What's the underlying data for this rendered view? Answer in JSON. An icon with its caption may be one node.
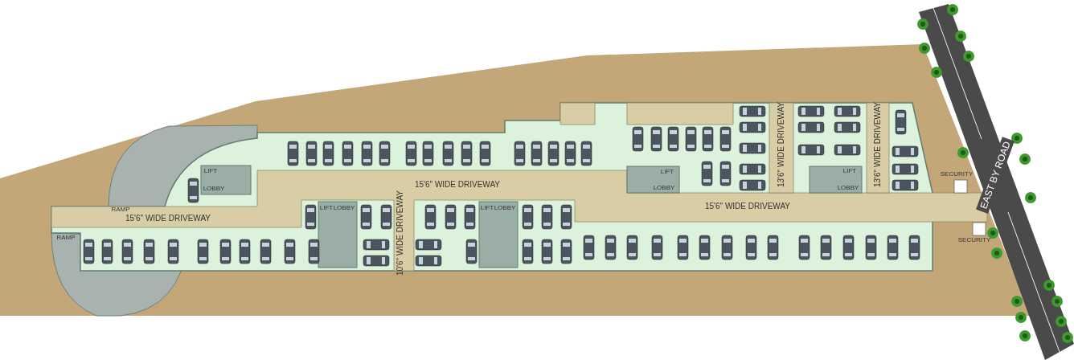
{
  "diagram": {
    "labels": [
      "15'6\" WIDE DRIVEWAY",
      "LIFT",
      "LOBBY",
      "13'6\" WIDE DRIVEWAY",
      "13'6\" WIDE DRIVEWAY",
      "LIFT",
      "LOBBY",
      "LIFT",
      "LOBBY",
      "SECURITY",
      "EAST BY ROAD",
      "RAMP",
      "LIFT",
      "LOBBY",
      "LIFT",
      "LOBBY",
      "15'6\" WIDE DRIVEWAY",
      "15'6\" WIDE DRIVEWAY",
      "10'6\" WIDE DRIVEWAY",
      "RAMP",
      "SECURITY"
    ]
  }
}
